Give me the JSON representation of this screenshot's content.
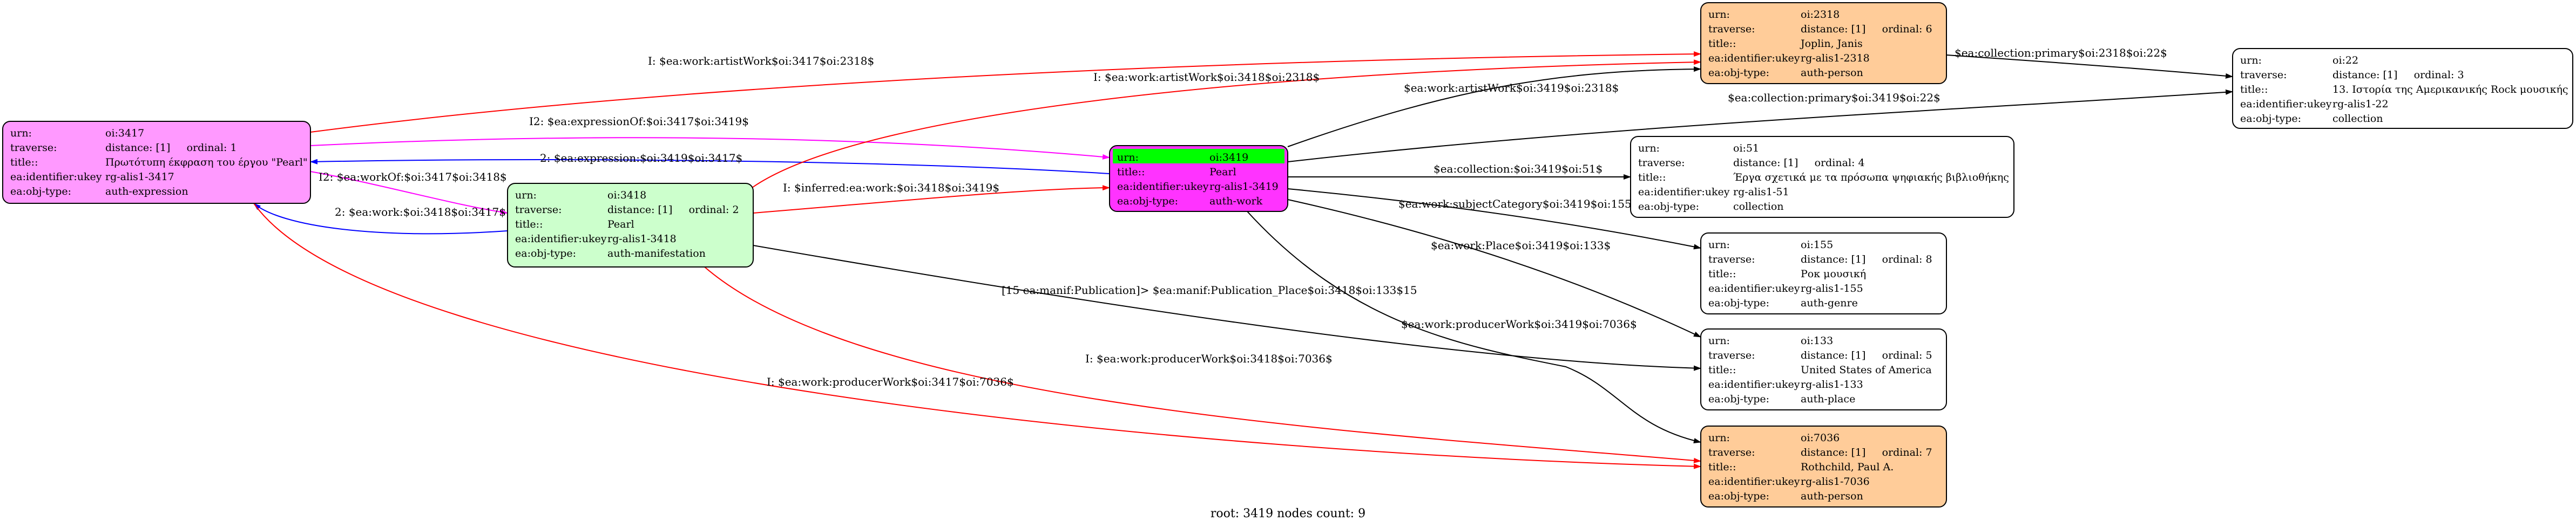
{
  "colors": {
    "auth_expression": "#ff99ff",
    "auth_manifestation": "#ccffcc",
    "auth_work": "#ff33ff",
    "auth_work_header": "#00ff00",
    "auth_person": "#ffcc99",
    "plain": "#ffffff",
    "edge_red": "#ff0000",
    "edge_magenta": "#ff00ff",
    "edge_blue": "#0000ff",
    "edge_black": "#000000"
  },
  "nodes": [
    {
      "id": "n3417",
      "fill": "auth_expression",
      "rows": [
        {
          "k": "urn:",
          "v": "oi:3417"
        },
        {
          "k": "traverse:",
          "v": "distance: [1]     ordinal: 1"
        },
        {
          "k": "title::",
          "v": "Πρωτότυπη έκφραση του έργου \"Pearl\""
        },
        {
          "k": "ea:identifier:ukey",
          "v": "rg-alis1-3417"
        },
        {
          "k": "ea:obj-type:",
          "v": "auth-expression"
        }
      ]
    },
    {
      "id": "n3418",
      "fill": "auth_manifestation",
      "rows": [
        {
          "k": "urn:",
          "v": "oi:3418"
        },
        {
          "k": "traverse:",
          "v": "distance: [1]     ordinal: 2"
        },
        {
          "k": "title::",
          "v": "Pearl"
        },
        {
          "k": "ea:identifier:ukey",
          "v": "rg-alis1-3418"
        },
        {
          "k": "ea:obj-type:",
          "v": "auth-manifestation"
        }
      ]
    },
    {
      "id": "n3419",
      "fill": "auth_work",
      "rows": [
        {
          "k": "urn:",
          "v": "oi:3419"
        },
        {
          "k": "title::",
          "v": "Pearl"
        },
        {
          "k": "ea:identifier:ukey",
          "v": "rg-alis1-3419"
        },
        {
          "k": "ea:obj-type:",
          "v": "auth-work"
        }
      ]
    },
    {
      "id": "n2318",
      "fill": "auth_person",
      "rows": [
        {
          "k": "urn:",
          "v": "oi:2318"
        },
        {
          "k": "traverse:",
          "v": "distance: [1]     ordinal: 6"
        },
        {
          "k": "title::",
          "v": "Joplin, Janis"
        },
        {
          "k": "ea:identifier:ukey",
          "v": "rg-alis1-2318"
        },
        {
          "k": "ea:obj-type:",
          "v": "auth-person"
        }
      ]
    },
    {
      "id": "n22",
      "fill": "plain",
      "rows": [
        {
          "k": "urn:",
          "v": "oi:22"
        },
        {
          "k": "traverse:",
          "v": "distance: [1]     ordinal: 3"
        },
        {
          "k": "title::",
          "v": "13. Ιστορία της Αμερικανικής Rock μουσικής"
        },
        {
          "k": "ea:identifier:ukey",
          "v": "rg-alis1-22"
        },
        {
          "k": "ea:obj-type:",
          "v": "collection"
        }
      ]
    },
    {
      "id": "n51",
      "fill": "plain",
      "rows": [
        {
          "k": "urn:",
          "v": "oi:51"
        },
        {
          "k": "traverse:",
          "v": "distance: [1]     ordinal: 4"
        },
        {
          "k": "title::",
          "v": "Έργα σχετικά με τα πρόσωπα ψηφιακής βιβλιοθήκης"
        },
        {
          "k": "ea:identifier:ukey",
          "v": "rg-alis1-51"
        },
        {
          "k": "ea:obj-type:",
          "v": "collection"
        }
      ]
    },
    {
      "id": "n155",
      "fill": "plain",
      "rows": [
        {
          "k": "urn:",
          "v": "oi:155"
        },
        {
          "k": "traverse:",
          "v": "distance: [1]     ordinal: 8"
        },
        {
          "k": "title::",
          "v": "Ροκ μουσική"
        },
        {
          "k": "ea:identifier:ukey",
          "v": "rg-alis1-155"
        },
        {
          "k": "ea:obj-type:",
          "v": "auth-genre"
        }
      ]
    },
    {
      "id": "n133",
      "fill": "plain",
      "rows": [
        {
          "k": "urn:",
          "v": "oi:133"
        },
        {
          "k": "traverse:",
          "v": "distance: [1]     ordinal: 5"
        },
        {
          "k": "title::",
          "v": "United States of America"
        },
        {
          "k": "ea:identifier:ukey",
          "v": "rg-alis1-133"
        },
        {
          "k": "ea:obj-type:",
          "v": "auth-place"
        }
      ]
    },
    {
      "id": "n7036",
      "fill": "auth_person",
      "rows": [
        {
          "k": "urn:",
          "v": "oi:7036"
        },
        {
          "k": "traverse:",
          "v": "distance: [1]     ordinal: 7"
        },
        {
          "k": "title::",
          "v": "Rothchild, Paul A."
        },
        {
          "k": "ea:identifier:ukey",
          "v": "rg-alis1-7036"
        },
        {
          "k": "ea:obj-type:",
          "v": "auth-person"
        }
      ]
    }
  ],
  "edges": [
    {
      "id": "e1",
      "from": "n3417",
      "to": "n2318",
      "color": "edge_red",
      "label": "I: $ea:work:artistWork$oi:3417$oi:2318$"
    },
    {
      "id": "e2",
      "from": "n3417",
      "to": "n3419",
      "color": "edge_magenta",
      "label": "I2: $ea:expressionOf:$oi:3417$oi:3419$"
    },
    {
      "id": "e3",
      "from": "n3419",
      "to": "n3417",
      "color": "edge_blue",
      "label": "2: $ea:expression:$oi:3419$oi:3417$"
    },
    {
      "id": "e4",
      "from": "n3417",
      "to": "n3418",
      "color": "edge_magenta",
      "label": "I2: $ea:workOf:$oi:3417$oi:3418$"
    },
    {
      "id": "e5",
      "from": "n3418",
      "to": "n3417",
      "color": "edge_blue",
      "label": "2: $ea:work:$oi:3418$oi:3417$"
    },
    {
      "id": "e6",
      "from": "n3418",
      "to": "n2318",
      "color": "edge_red",
      "label": "I: $ea:work:artistWork$oi:3418$oi:2318$"
    },
    {
      "id": "e7",
      "from": "n3418",
      "to": "n3419",
      "color": "edge_red",
      "label": "I: $inferred:ea:work:$oi:3418$oi:3419$"
    },
    {
      "id": "e8",
      "from": "n3419",
      "to": "n2318",
      "color": "edge_black",
      "label": "$ea:work:artistWork$oi:3419$oi:2318$"
    },
    {
      "id": "e9",
      "from": "n3419",
      "to": "n22",
      "color": "edge_black",
      "label": "$ea:collection:primary$oi:3419$oi:22$"
    },
    {
      "id": "e10",
      "from": "n2318",
      "to": "n22",
      "color": "edge_black",
      "label": "$ea:collection:primary$oi:2318$oi:22$"
    },
    {
      "id": "e11",
      "from": "n3419",
      "to": "n51",
      "color": "edge_black",
      "label": "$ea:collection:$oi:3419$oi:51$"
    },
    {
      "id": "e12",
      "from": "n3419",
      "to": "n155",
      "color": "edge_black",
      "label": "$ea:work:subjectCategory$oi:3419$oi:155$"
    },
    {
      "id": "e13",
      "from": "n3419",
      "to": "n133",
      "color": "edge_black",
      "label": "$ea:work:Place$oi:3419$oi:133$"
    },
    {
      "id": "e14",
      "from": "n3418",
      "to": "n133",
      "color": "edge_black",
      "label": "[15 ea:manif:Publication]> $ea:manif:Publication_Place$oi:3418$oi:133$15"
    },
    {
      "id": "e15",
      "from": "n3419",
      "to": "n7036",
      "color": "edge_black",
      "label": "$ea:work:producerWork$oi:3419$oi:7036$"
    },
    {
      "id": "e16",
      "from": "n3418",
      "to": "n7036",
      "color": "edge_red",
      "label": "I: $ea:work:producerWork$oi:3418$oi:7036$"
    },
    {
      "id": "e17",
      "from": "n3417",
      "to": "n7036",
      "color": "edge_red",
      "label": "I: $ea:work:producerWork$oi:3417$oi:7036$"
    }
  ],
  "caption": "root: 3419 nodes count: 9"
}
